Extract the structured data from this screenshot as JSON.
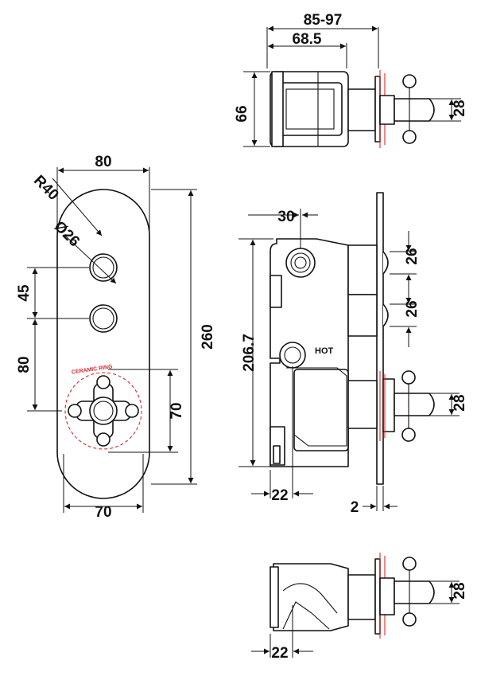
{
  "top_view": {
    "dim_width_range": "85-97",
    "dim_body_width": "68.5",
    "dim_height": "66",
    "dim_handle": "28"
  },
  "front_view": {
    "dim_radius": "R40",
    "dim_width_top": "80",
    "dim_button_dia": "Ø26",
    "dim_height_total": "260",
    "dim_spacing_1": "45",
    "dim_spacing_2": "80",
    "dim_ring": "70",
    "dim_width_bottom": "70",
    "ring_label": "CERAMIC RING"
  },
  "side_view": {
    "dim_inlet_offset": "30",
    "dim_button_1": "26",
    "dim_button_2": "26",
    "dim_body_height": "206.7",
    "hot_label": "HOT",
    "dim_handle": "28",
    "dim_depth": "22",
    "dim_plate": "2"
  },
  "bottom_view": {
    "dim_handle": "28",
    "dim_depth": "22"
  },
  "colors": {
    "line": "#111111",
    "ceramic_ring": "#d42a2a",
    "background": "#ffffff"
  }
}
